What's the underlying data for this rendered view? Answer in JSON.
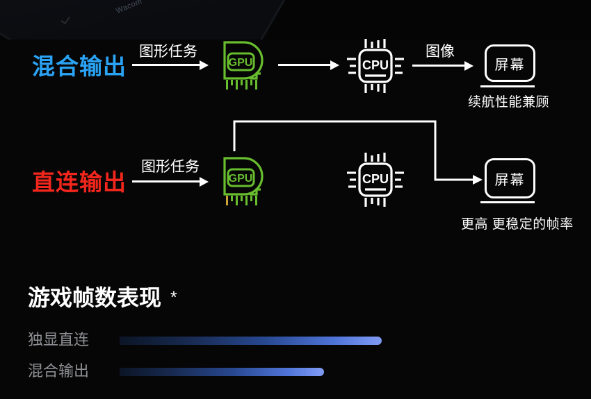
{
  "photo_strip": {
    "brand_text": "Wacom"
  },
  "colors": {
    "hybrid_label": "#2aa3f5",
    "direct_label": "#f2261c",
    "gpu_green": "#68be2e",
    "gpu_pin_accent": "#c9a23a",
    "flow_white": "#ffffff",
    "bar_label_gray": "#8e9094",
    "bar_gradient_start": "#0b1526",
    "bar_gradient_end": "#7f9af0",
    "background": "#060606"
  },
  "icons": {
    "gpu": "gpu-chip-icon (green D-shaped chip with pins)",
    "cpu": "cpu-chip-icon (white chip with pins on four sides)",
    "screen": "screen-icon (rounded rectangle with underline stand)"
  },
  "flow": {
    "rows": [
      {
        "label": "混合输出",
        "arrow1_label": "图形任务",
        "gpu_label": "GPU",
        "cpu_label": "CPU",
        "arrow3_label": "图像",
        "screen_label": "屏幕",
        "caption": "续航性能兼顾"
      },
      {
        "label": "直连输出",
        "arrow1_label": "图形任务",
        "gpu_label": "GPU",
        "cpu_label": "CPU",
        "screen_label": "屏幕",
        "caption": "更高 更稳定的帧率"
      }
    ]
  },
  "chart": {
    "heading": "游戏帧数表现",
    "heading_mark": "*"
  },
  "chart_data": {
    "type": "bar",
    "orientation": "horizontal",
    "title": "游戏帧数表现 *",
    "categories": [
      "独显直连",
      "混合输出"
    ],
    "values": [
      100,
      78
    ],
    "units": "relative frame-rate (no numeric axis shown)",
    "xlim": [
      0,
      100
    ],
    "grid": false,
    "legend": false,
    "bar_gradient": [
      "#0b1526",
      "#7f9af0"
    ],
    "label_color": "#8e9094"
  }
}
